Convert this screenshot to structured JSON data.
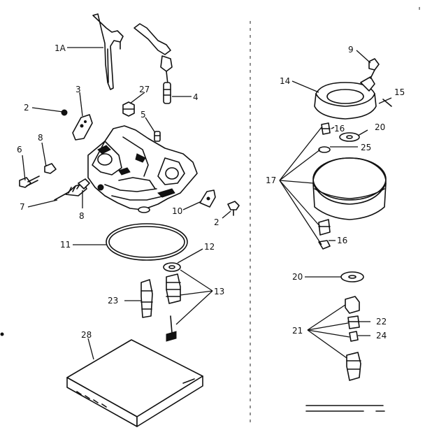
{
  "labels": {
    "p1a": "1A",
    "p2a": "2",
    "p2b": "2",
    "p3": "3",
    "p4": "4",
    "p5": "5",
    "p6": "6",
    "p7": "7",
    "p8a": "8",
    "p8b": "8",
    "p9": "9",
    "p10": "10",
    "p11": "11",
    "p12": "12",
    "p13": "13",
    "p14": "14",
    "p15": "15",
    "p16a": "16",
    "p16b": "16",
    "p17": "17",
    "p20a": "20",
    "p20b": "20",
    "p21": "21",
    "p22": "22",
    "p23": "23",
    "p24": "24",
    "p25": "25",
    "p27": "27",
    "p28": "28"
  },
  "colors": {
    "ink": "#111111",
    "paper": "#ffffff"
  }
}
